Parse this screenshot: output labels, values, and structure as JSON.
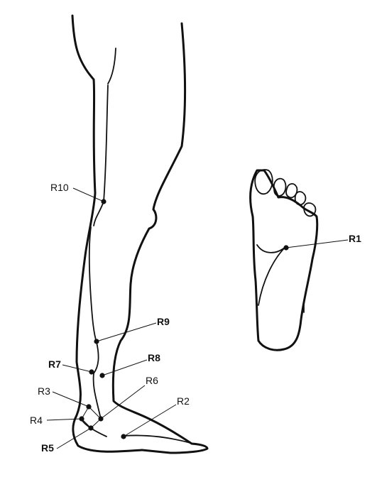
{
  "points": [
    {
      "id": "r1",
      "label": "R1",
      "bold": true
    },
    {
      "id": "r2",
      "label": "R2",
      "bold": false
    },
    {
      "id": "r3",
      "label": "R3",
      "bold": false
    },
    {
      "id": "r4",
      "label": "R4",
      "bold": false
    },
    {
      "id": "r5",
      "label": "R5",
      "bold": true
    },
    {
      "id": "r6",
      "label": "R6",
      "bold": false
    },
    {
      "id": "r7",
      "label": "R7",
      "bold": true
    },
    {
      "id": "r8",
      "label": "R8",
      "bold": true
    },
    {
      "id": "r9",
      "label": "R9",
      "bold": true
    },
    {
      "id": "r10",
      "label": "R10",
      "bold": false
    }
  ]
}
